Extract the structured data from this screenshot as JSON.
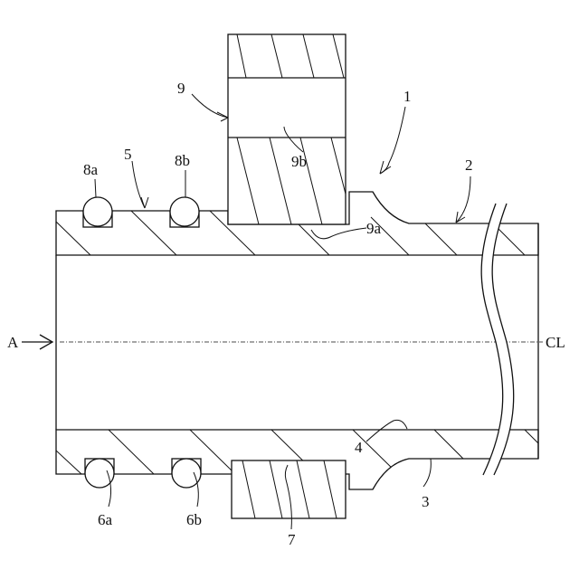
{
  "labels": {
    "l1": "1",
    "l2": "2",
    "l3": "3",
    "l4": "4",
    "l5": "5",
    "l6a": "6a",
    "l6b": "6b",
    "l7": "7",
    "l8a": "8a",
    "l8b": "8b",
    "l9": "9",
    "l9a": "9a",
    "l9b": "9b",
    "lA": "A",
    "lCL": "CL"
  }
}
